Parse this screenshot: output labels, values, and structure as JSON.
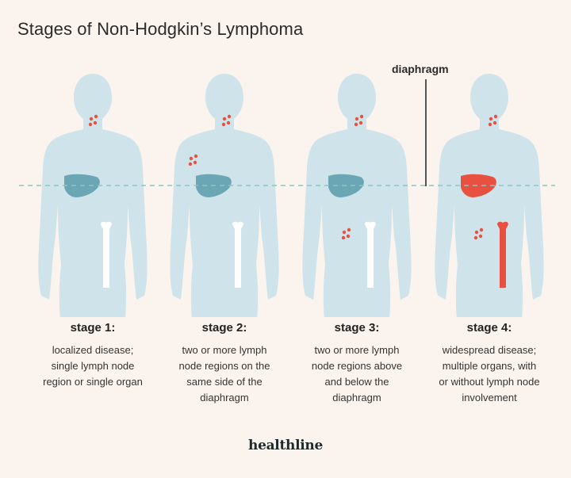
{
  "title": "Stages of Non-Hodgkin’s Lymphoma",
  "diaphragm_label": "diaphragm",
  "colors": {
    "background": "#fbf4ee",
    "body": "#cfe3ea",
    "organ_normal": "#6aa6b3",
    "organ_affected": "#e8513f",
    "lymph_node": "#e8513f",
    "bone_normal": "#ffffff",
    "dashed_line": "#8fc4c4"
  },
  "stages": [
    {
      "title": "stage 1:",
      "lines": [
        "localized disease;",
        "single lymph node",
        "region or single organ"
      ]
    },
    {
      "title": "stage 2:",
      "lines": [
        "two or more lymph",
        "node regions on the",
        "same side of the",
        "diaphragm"
      ]
    },
    {
      "title": "stage 3:",
      "lines": [
        "two or more lymph",
        "node regions above",
        "and below the",
        "diaphragm"
      ]
    },
    {
      "title": "stage 4:",
      "lines": [
        "widespread disease;",
        "multiple organs, with",
        "or without lymph node",
        "involvement"
      ]
    }
  ],
  "brand": "healthline"
}
